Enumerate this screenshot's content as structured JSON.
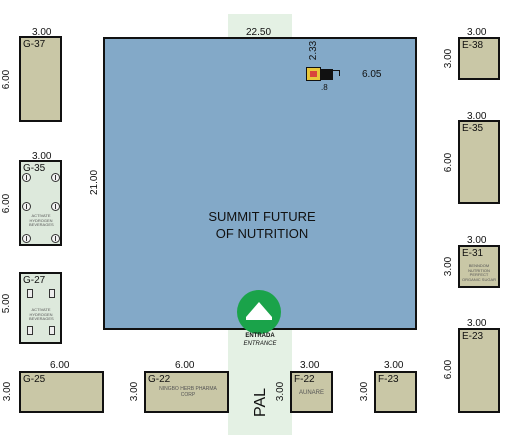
{
  "aisle": {
    "label": "PAL"
  },
  "main_booth": {
    "title": "SUMMIT FUTURE OF NUTRITION",
    "title_line1": "SUMMIT FUTURE",
    "title_line2": "OF NUTRITION",
    "width": "22.50",
    "height": "21.00",
    "inner_dim_vertical": "2.33",
    "inner_dim_horizontal": "6.05",
    "inner_dim_small": ".8"
  },
  "entrance": {
    "label_es": "ENTRADA",
    "label_en": "ENTRANCE"
  },
  "booths": {
    "g37": {
      "id": "G-37",
      "width": "3.00",
      "height": "6.00"
    },
    "g35": {
      "id": "G-35",
      "width": "3.00",
      "height": "6.00",
      "company": "ACTIVATE HYDROGEN BEVERAGES"
    },
    "g27": {
      "id": "G-27",
      "width": "",
      "height": "5.00",
      "company": "ACTIVATE HYDROGEN BEVERAGES"
    },
    "g25": {
      "id": "G-25",
      "width": "6.00",
      "height": "3.00"
    },
    "g22": {
      "id": "G-22",
      "width": "6.00",
      "height": "3.00",
      "company": "NINGBO HERB PHARMA CORP"
    },
    "f22": {
      "id": "F-22",
      "width": "3.00",
      "height": "3.00",
      "company": "AUNARE"
    },
    "f23": {
      "id": "F-23",
      "width": "3.00",
      "height": "3.00"
    },
    "e38": {
      "id": "E-38",
      "width": "3.00",
      "height": "3.00"
    },
    "e35": {
      "id": "E-35",
      "width": "3.00",
      "height": "6.00"
    },
    "e31": {
      "id": "E-31",
      "width": "3.00",
      "height": "3.00",
      "company": "BENNDOM NUTRITION PERFECT ORGANIC SUGAR"
    },
    "e23": {
      "id": "E-23",
      "width": "3.00",
      "height": "6.00"
    }
  },
  "colors": {
    "main_booth": "#83a9c8",
    "booth_fill": "#c9c7a6",
    "aisle": "#e4f1e4",
    "entrance": "#1aa34a",
    "g35_fill": "#dde9dc"
  }
}
